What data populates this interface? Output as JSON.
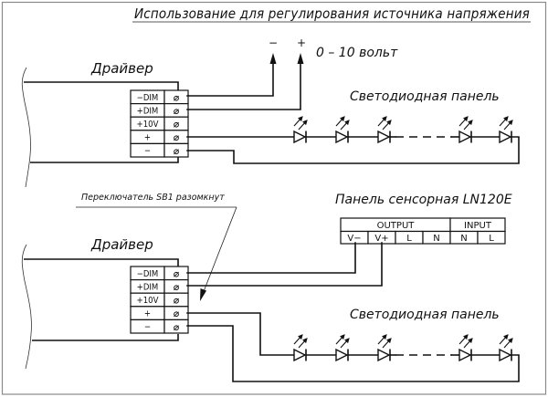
{
  "title": "Использование для регулирования источника напряжения",
  "colors": {
    "line": "#111111",
    "frame": "#8a8a8a",
    "background": "#ffffff"
  },
  "icons": {
    "terminal_screw": "⌀",
    "diode": "led-diode-icon",
    "light_rays": "double-arrow-rays-icon"
  },
  "top_circuit": {
    "driver_label": "Драйвер",
    "terminals": [
      {
        "label": "−DIM",
        "screw": "⌀",
        "connected": true
      },
      {
        "label": "+DIM",
        "screw": "⌀",
        "connected": true
      },
      {
        "label": "+10V",
        "screw": "⌀",
        "connected": false
      },
      {
        "label": "+",
        "screw": "⌀",
        "connected": true
      },
      {
        "label": "−",
        "screw": "⌀",
        "connected": true
      }
    ],
    "control_source": {
      "minus_label": "−",
      "plus_label": "+",
      "range_label": "0 – 10 вольт"
    },
    "led_panel_label": "Светодиодная панель",
    "led_count_visible": 5
  },
  "bottom_circuit": {
    "switch_note": "Переключатель SB1 разомкнут",
    "driver_label": "Драйвер",
    "terminals": [
      {
        "label": "−DIM",
        "screw": "⌀",
        "connected": true
      },
      {
        "label": "+DIM",
        "screw": "⌀",
        "connected": true
      },
      {
        "label": "+10V",
        "screw": "⌀",
        "connected": false
      },
      {
        "label": "+",
        "screw": "⌀",
        "connected": true
      },
      {
        "label": "−",
        "screw": "⌀",
        "connected": true
      }
    ],
    "sensor_panel": {
      "label": "Панель сенсорная LN120E",
      "groups": [
        {
          "label": "OUTPUT",
          "pins": [
            "V−",
            "V+",
            "L",
            "N"
          ]
        },
        {
          "label": "INPUT",
          "pins": [
            "N",
            "L"
          ]
        }
      ]
    },
    "led_panel_label": "Светодиодная панель",
    "led_count_visible": 5
  }
}
